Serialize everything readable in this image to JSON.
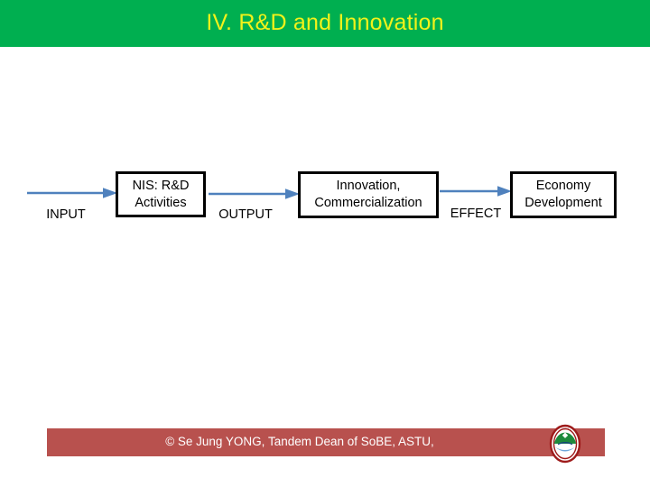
{
  "slide": {
    "title": "IV. R&D and Innovation",
    "title_bar_color": "#00AF50",
    "title_text_color": "#F2F21A",
    "background_color": "#FFFFFF"
  },
  "diagram": {
    "type": "process-flow",
    "arrow_color": "#4F81BD",
    "box_border_color": "#000000",
    "boxes": [
      {
        "id": "nis",
        "lines": [
          "NIS: R&D",
          "Activities"
        ]
      },
      {
        "id": "innovation",
        "lines": [
          "Innovation,",
          "Commercialization"
        ]
      },
      {
        "id": "economy",
        "lines": [
          "Economy",
          "Development"
        ]
      }
    ],
    "flow_labels": [
      {
        "id": "input",
        "text": "INPUT"
      },
      {
        "id": "output",
        "text": "OUTPUT"
      },
      {
        "id": "effect",
        "text": "EFFECT"
      }
    ]
  },
  "footer": {
    "text": "© Se Jung YONG, Tandem Dean of SoBE, ASTU,",
    "bar_color": "#B8514E",
    "text_color": "#FFFFFF",
    "logo_name": "astu-university-emblem"
  }
}
